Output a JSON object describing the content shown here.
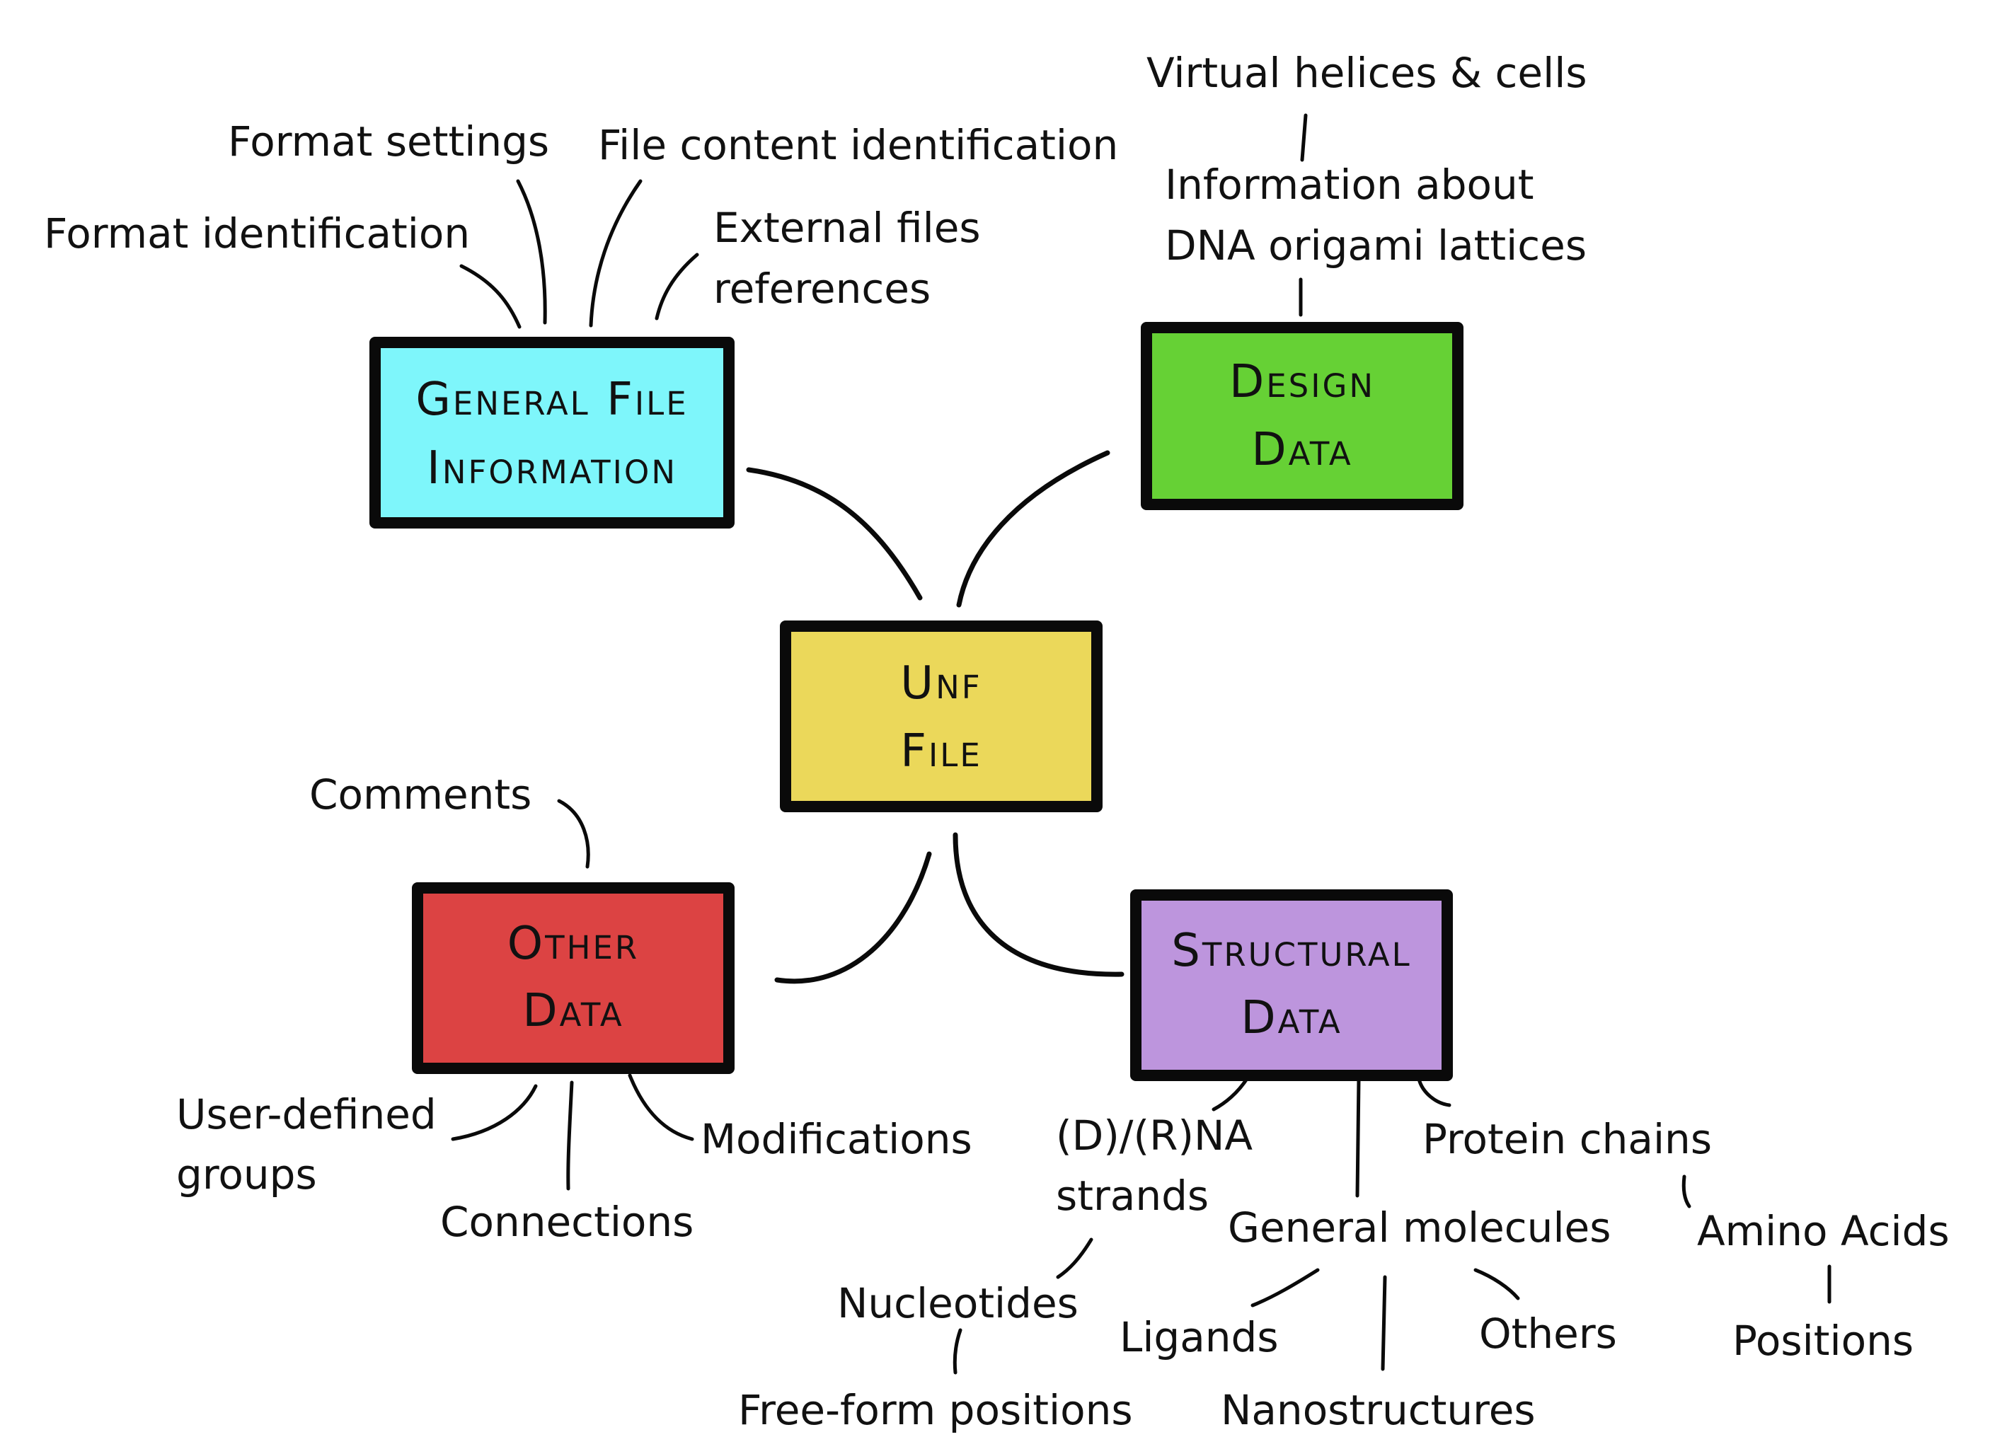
{
  "colors": {
    "general_file_information": "#7ef6fb",
    "design_data": "#66d135",
    "unf_file": "#ebd85a",
    "other_data": "#dc4343",
    "structural_data": "#bd95dd"
  },
  "nodes": {
    "unf_file": [
      "Unf",
      "File"
    ],
    "general_file_information": [
      "General File",
      "Information"
    ],
    "design_data": [
      "Design",
      "Data"
    ],
    "other_data": [
      "Other",
      "Data"
    ],
    "structural_data": [
      "Structural",
      "Data"
    ]
  },
  "labels": {
    "format_identification": "Format identification",
    "format_settings": "Format settings",
    "file_content_identification": "File content identification",
    "external_files_references": [
      "External files",
      "references"
    ],
    "virtual_helices_cells": "Virtual helices & cells",
    "information_lattices": [
      "Information about",
      "DNA origami lattices"
    ],
    "comments": "Comments",
    "user_defined_groups": [
      "User-defined",
      "groups"
    ],
    "connections": "Connections",
    "modifications": "Modifications",
    "dna_rna_strands": [
      "(D)/(R)NA",
      "strands"
    ],
    "protein_chains": "Protein chains",
    "general_molecules": "General molecules",
    "amino_acids": "Amino Acids",
    "nucleotides": "Nucleotides",
    "free_form_positions": "Free-form positions",
    "ligands": "Ligands",
    "others": "Others",
    "nanostructures": "Nanostructures",
    "positions": "Positions"
  }
}
